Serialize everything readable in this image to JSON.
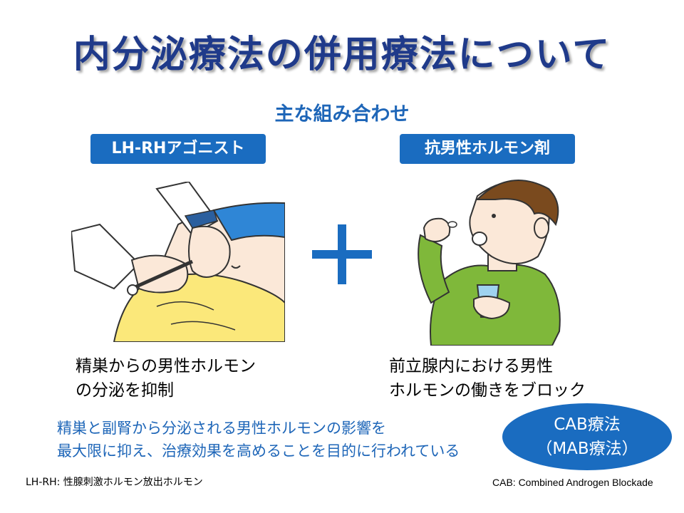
{
  "title": "内分泌療法の併用療法について",
  "subtitle": "主な組み合わせ",
  "left": {
    "tag": "LH-RHアゴニスト",
    "caption_line1": "精巣からの男性ホルモン",
    "caption_line2": "の分泌を抑制"
  },
  "right": {
    "tag": "抗男性ホルモン剤",
    "caption_line1": "前立腺内における男性",
    "caption_line2": "ホルモンの働きをブロック"
  },
  "note": {
    "line1": "精巣と副腎から分泌される男性ホルモンの影響を",
    "line2": "最大限に抑え、治療効果を高めることを目的に行われている"
  },
  "badge": {
    "line1": "CAB療法",
    "line2": "（MAB療法）"
  },
  "footnotes": {
    "left": "LH-RH: 性腺刺激ホルモン放出ホルモン",
    "right": "CAB: Combined Androgen Blockade"
  },
  "colors": {
    "title": "#1f3a8a",
    "accent": "#1a6cc0",
    "note_text": "#1e66b8",
    "skin": "#fbe8d8",
    "shirt_yellow": "#fbe87a",
    "jacket_green": "#7fb83a"
  }
}
